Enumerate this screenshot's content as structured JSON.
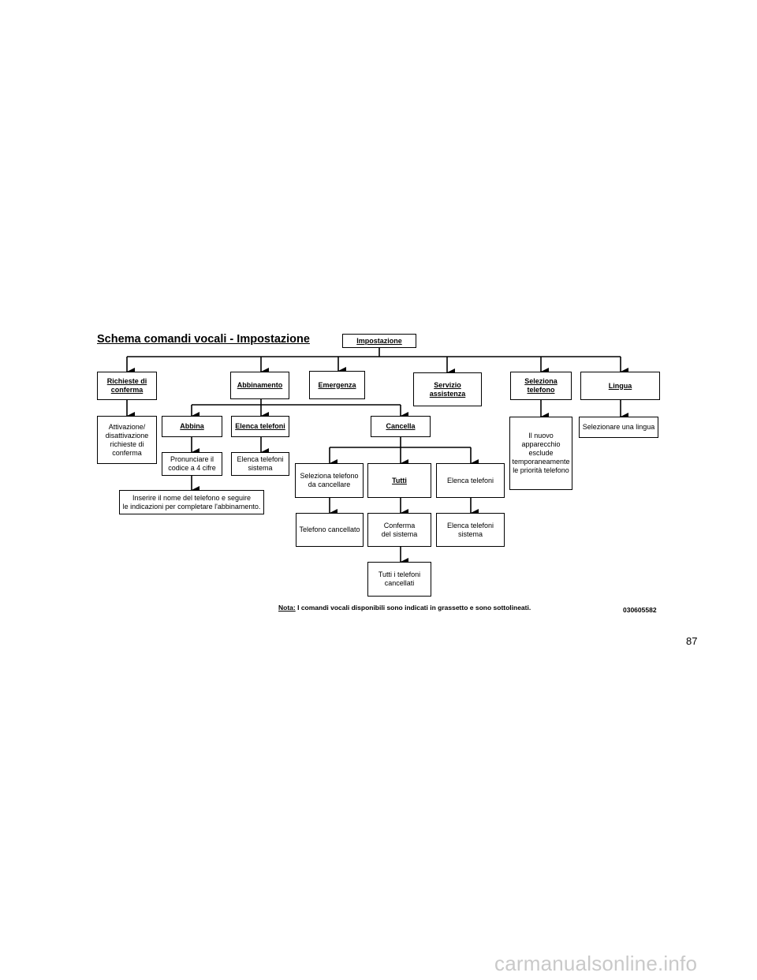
{
  "title": "Schema comandi vocali - Impostazione",
  "root": "Impostazione",
  "level1": {
    "richieste": "Richieste di\nconferma",
    "abbinamento": "Abbinamento",
    "emergenza": "Emergenza",
    "servizio": "Servizio\nassistenza",
    "seleziona_telefono": "Seleziona\ntelefono",
    "lingua": "Lingua"
  },
  "level2": {
    "attivazione": "Attivazione/\ndisattivazione\nrichieste di\nconferma",
    "abbina": "Abbina",
    "elenca_telefoni": "Elenca telefoni",
    "cancella": "Cancella",
    "nuovo_apparecchio": "Il nuovo\napparecchio\nesclude\ntemporaneamente\nle priorità telefono",
    "selezionare_lingua": "Selezionare una lingua"
  },
  "level3": {
    "pronunciare": "Pronunciare il\ncodice a 4 cifre",
    "elenca_sistema": "Elenca telefoni\nsistema",
    "seleziona_cancellare": "Seleziona telefono\nda cancellare",
    "tutti": "Tutti",
    "elenca_telefoni_c": "Elenca telefoni"
  },
  "level4": {
    "inserire": "Inserire il nome del telefono e seguire\nle indicazioni per completare l'abbinamento.",
    "telefono_cancellato": "Telefono cancellato",
    "conferma": "Conferma\ndel sistema",
    "elenca_sistema_c": "Elenca telefoni\nsistema"
  },
  "level5": {
    "tutti_cancellati": "Tutti i telefoni\ncancellati"
  },
  "note": {
    "label": "Nota:",
    "text": " I comandi vocali disponibili sono indicati in grassetto e sono sottolineati."
  },
  "figure_code": "030605582",
  "page_number": "87",
  "watermark": "carmanualsonline.info"
}
